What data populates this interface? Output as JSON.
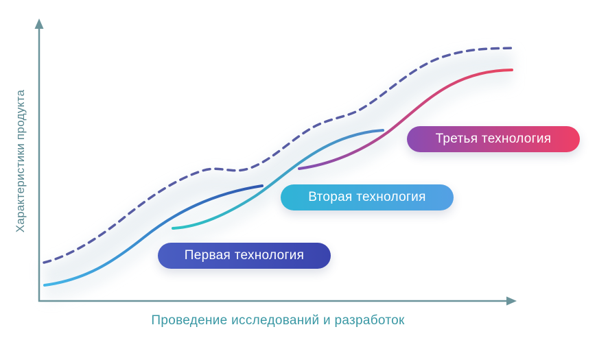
{
  "axes": {
    "y_label": "Характеристики продукта",
    "x_label": "Проведение исследований и разработок"
  },
  "badges": [
    {
      "label": "Первая технология"
    },
    {
      "label": "Вторая технология"
    },
    {
      "label": "Третья технология"
    }
  ],
  "colors": {
    "axis": "#6b949b",
    "axis_label_y": "#55858e",
    "axis_label_x": "#3a98a4",
    "envelope_dashed": "#575ca3",
    "shadow": "#dde6ec",
    "curve1": {
      "start": "#45b7e8",
      "end": "#2e55ad"
    },
    "curve2": {
      "start": "#2cc2c4",
      "end": "#4e86c8"
    },
    "curve3": {
      "start": "#7e4fb2",
      "mid": "#c9477f",
      "end": "#e84560"
    },
    "badge1": {
      "start": "#4a5ec2",
      "end": "#3a44ad"
    },
    "badge2": {
      "start": "#2fb4d6",
      "end": "#54a0e4"
    },
    "badge3": {
      "start": "#8a4cb2",
      "end": "#ef3f66"
    },
    "badge_text": "#ffffff"
  }
}
